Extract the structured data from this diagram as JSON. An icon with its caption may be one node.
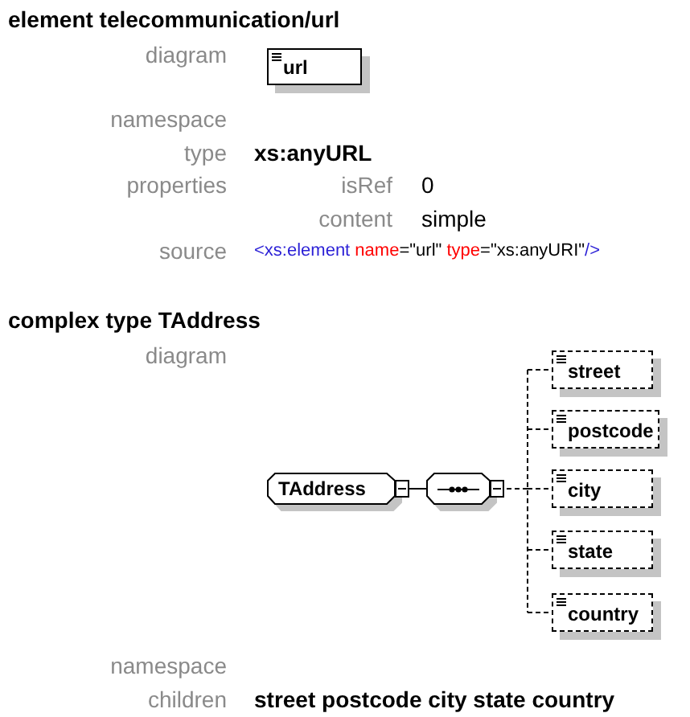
{
  "diagram": {
    "nodes": [
      {
        "text": [
          "url"
        ]
      },
      {
        "text": [
          "TAddress"
        ]
      },
      {
        "text": [],
        "shape": "octagon"
      },
      {
        "text": [
          "street"
        ]
      },
      {
        "text": [
          "postcode"
        ]
      },
      {
        "text": [
          "city"
        ]
      },
      {
        "text": [
          "state"
        ]
      },
      {
        "text": [
          "country"
        ]
      }
    ],
    "edges": [
      {
        "from": 1,
        "to": 2,
        "arrow": "other"
      },
      {
        "from": 2,
        "to": 3,
        "arrow": "other",
        "style": "dashed"
      },
      {
        "from": 2,
        "to": 4,
        "arrow": "other",
        "style": "dashed"
      },
      {
        "from": 2,
        "to": 5,
        "arrow": "other",
        "style": "dashed"
      },
      {
        "from": 2,
        "to": 6,
        "arrow": "other",
        "style": "dashed"
      },
      {
        "from": 2,
        "to": 7,
        "arrow": "other",
        "style": "dashed"
      }
    ],
    "labels": [
      "element telecommunication/url",
      "diagram",
      "namespace",
      "type",
      "xs:anyURL",
      "properties",
      "isRef",
      "0",
      "content",
      "simple",
      "source",
      "<xs:element name=\"url\" type=\"xs:anyURI\"/>",
      "complex type TAddress",
      "diagram",
      "namespace",
      "children",
      "street postcode city state country"
    ]
  }
}
